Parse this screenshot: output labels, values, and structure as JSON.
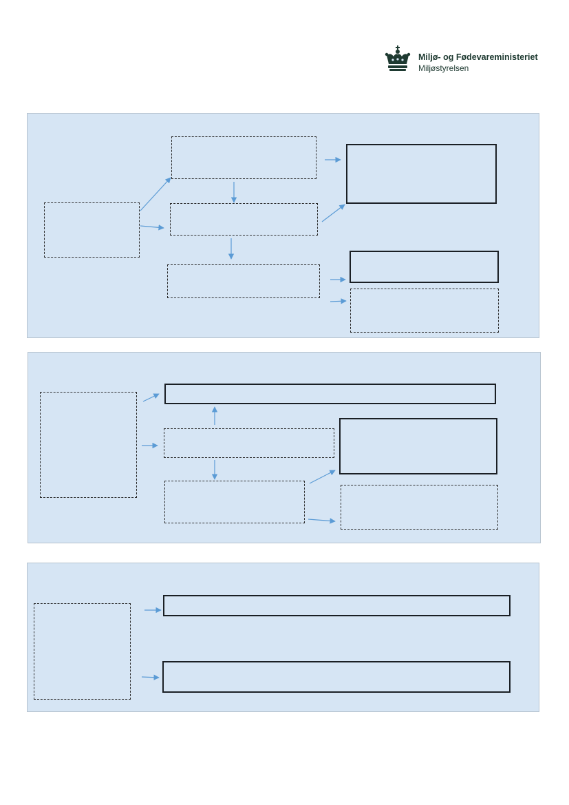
{
  "header": {
    "logo": {
      "icon": "crown-icon",
      "title": "Miljø- og Fødevareministeriet",
      "subtitle": "Miljøstyrelsen",
      "color": "#1e3a31"
    }
  },
  "colors": {
    "panel_background": "#d6e5f4",
    "arrow": "#5b9bd5",
    "box_border": "#1a1f24"
  },
  "diagram": {
    "panels": [
      {
        "id": "panel-1",
        "box_count": 7
      },
      {
        "id": "panel-2",
        "box_count": 6
      },
      {
        "id": "panel-3",
        "box_count": 3
      }
    ]
  }
}
